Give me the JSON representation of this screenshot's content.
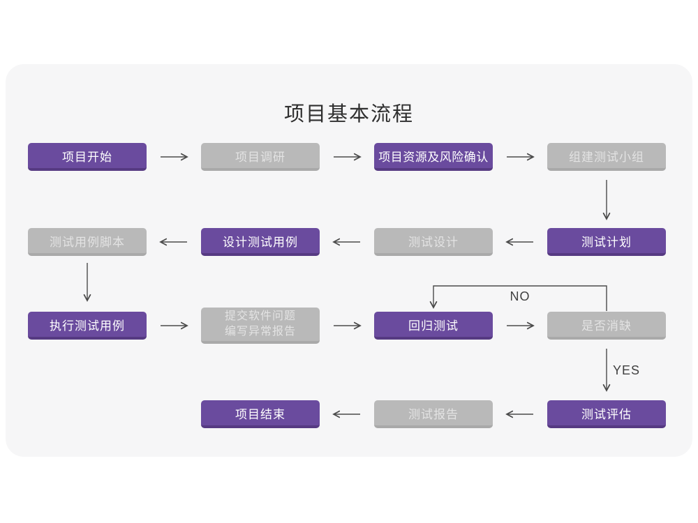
{
  "title": "项目基本流程",
  "colors": {
    "accent_purple": "#6a4b9e",
    "accent_purple_edge": "#563a82",
    "node_gray": "#b9b9b9",
    "node_gray_edge": "#a9a9a9",
    "text_on_purple": "#ffffff",
    "text_on_gray": "#e3e3e3",
    "arrow": "#4a4a4a",
    "card_background": "#f6f6f7",
    "page_background": "#ffffff"
  },
  "nodes": [
    {
      "id": "project-start",
      "label": "项目开始",
      "style": "purple"
    },
    {
      "id": "project-research",
      "label": "项目调研",
      "style": "gray"
    },
    {
      "id": "resources-risk-confirm",
      "label": "项目资源及风险确认",
      "style": "purple"
    },
    {
      "id": "build-test-team",
      "label": "组建测试小组",
      "style": "gray"
    },
    {
      "id": "test-plan",
      "label": "测试计划",
      "style": "purple"
    },
    {
      "id": "test-design",
      "label": "测试设计",
      "style": "gray"
    },
    {
      "id": "design-test-cases",
      "label": "设计测试用例",
      "style": "purple"
    },
    {
      "id": "test-case-script",
      "label": "测试用例脚本",
      "style": "gray"
    },
    {
      "id": "run-test-cases",
      "label": "执行测试用例",
      "style": "purple"
    },
    {
      "id": "submit-issues-report",
      "label": "提交软件问题\n编写异常报告",
      "style": "gray"
    },
    {
      "id": "regression-test",
      "label": "回归测试",
      "style": "purple"
    },
    {
      "id": "defect-cleared",
      "label": "是否消缺",
      "style": "gray"
    },
    {
      "id": "test-evaluation",
      "label": "测试评估",
      "style": "purple"
    },
    {
      "id": "test-report",
      "label": "测试报告",
      "style": "gray"
    },
    {
      "id": "project-end",
      "label": "项目结束",
      "style": "purple"
    }
  ],
  "edge_labels": {
    "no": "NO",
    "yes": "YES"
  }
}
